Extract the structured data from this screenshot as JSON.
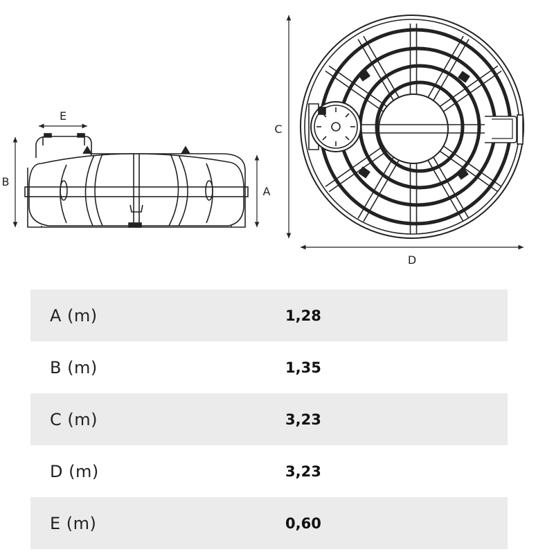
{
  "dimension_labels": {
    "e": "E",
    "b": "B",
    "a": "A",
    "c": "C",
    "d": "D"
  },
  "specs": [
    {
      "label": "A (m)",
      "value": "1,28"
    },
    {
      "label": "B (m)",
      "value": "1,35"
    },
    {
      "label": "C (m)",
      "value": "3,23"
    },
    {
      "label": "D (m)",
      "value": "3,23"
    },
    {
      "label": "E (m)",
      "value": "0,60"
    }
  ],
  "colors": {
    "line": "#222222",
    "row_shade": "#ebebeb",
    "background": "#ffffff"
  }
}
